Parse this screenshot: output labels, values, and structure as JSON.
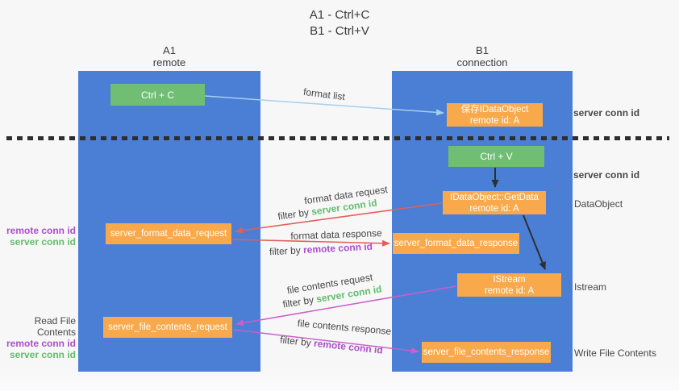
{
  "title": {
    "line1": "A1 - Ctrl+C",
    "line2": "B1 - Ctrl+V"
  },
  "colors": {
    "lane_blue": "#4a7fd5",
    "box_orange": "#f8a94c",
    "box_green": "#6fbe74",
    "arrow_lightblue": "#a5cfee",
    "arrow_black": "#2f2f2f",
    "arrow_red": "#e0605c",
    "arrow_magenta": "#cb5ecb",
    "label_green": "#62bd6c",
    "label_purple": "#aa4fc8"
  },
  "lanes": {
    "a1": {
      "name": "A1",
      "subtitle": "remote"
    },
    "b1": {
      "name": "B1",
      "subtitle": "connection"
    }
  },
  "nodes": {
    "ctrl_c": {
      "label": "Ctrl + C"
    },
    "save_idataobject": {
      "line1": "保存IDataObject",
      "line2": "remote id: A"
    },
    "ctrl_v": {
      "label": "Ctrl + V"
    },
    "getdata": {
      "line1": "IDataObject::GetData",
      "line2": "remote id: A"
    },
    "format_request": {
      "label": "server_format_data_request"
    },
    "format_response": {
      "label": "server_format_data_response"
    },
    "istream": {
      "line1": "IStream",
      "line2": "remote id: A"
    },
    "file_request": {
      "label": "server_file_contents_request"
    },
    "file_response": {
      "label": "server_file_contents_response"
    }
  },
  "edge_labels": {
    "format_list": "format list",
    "format_data_request": "format data request",
    "format_data_response": "format data response",
    "file_contents_request": "file contents request",
    "file_contents_response": "file contents response",
    "filter_by": "filter by ",
    "server_conn_id": "server conn id",
    "remote_conn_id": "remote conn id"
  },
  "side_labels": {
    "server_conn_id_top": "server conn id",
    "server_conn_id_mid": "server conn id",
    "dataobject": "DataObject",
    "istream": "Istream",
    "write_file_contents": "Write File Contents",
    "read_file_contents": "Read File Contents",
    "remote_conn_id": "remote conn id",
    "server_conn_id": "server conn id"
  }
}
